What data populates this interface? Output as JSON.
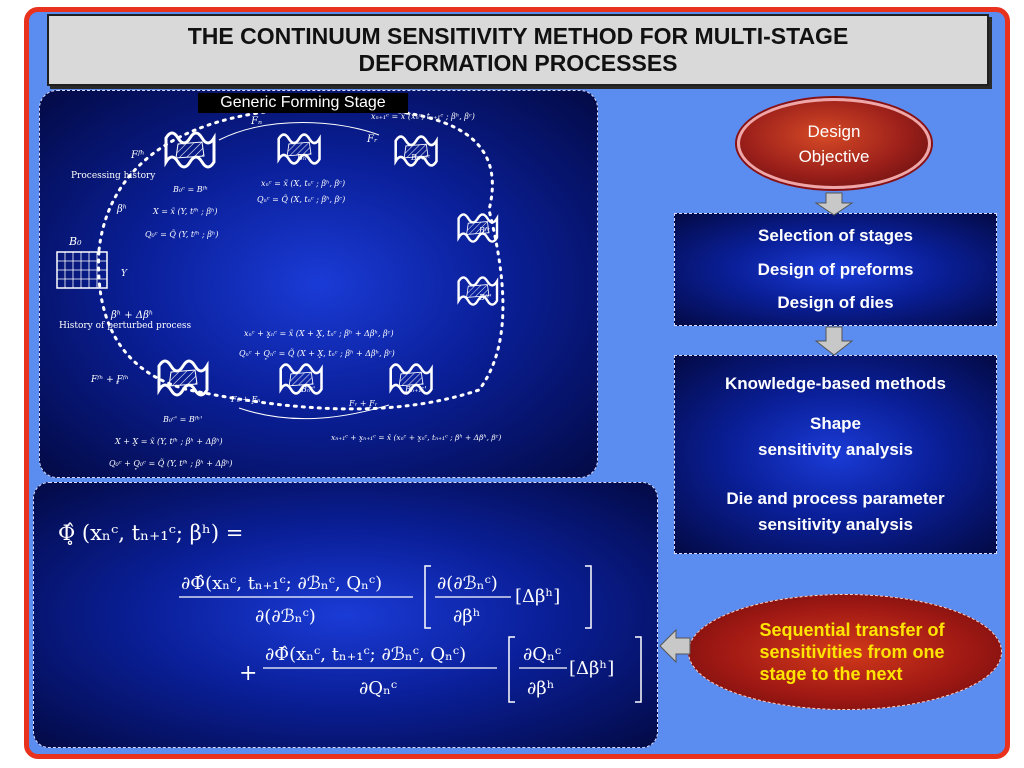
{
  "title": "THE CONTINUUM SENSITIVITY METHOD FOR MULTI-STAGE\nDEFORMATION PROCESSES",
  "forming_panel": {
    "stage_label": "Generic Forming Stage",
    "processing_history": "Processing history",
    "perturbed_history": "History of perturbed process",
    "labels": {
      "b0": "B₀",
      "beta_h": "βʰ",
      "beta_h_plus": "βʰ + Δβʰ",
      "fn": "Fₙ",
      "fr": "Fᵣ",
      "ff": "Fᶠʰ",
      "ff_pert": "Fᶠʰ + F̥ᶠʰ",
      "x_eq": "X = x̃ (Y, tᶠʰ ; βʰ)",
      "q0_eq": "Q₀ᶜ = Q̃ (Y, tᶠʰ ; βʰ)",
      "b0c_eq": "B₀ᶜ = Bᶠʰ",
      "xn_eq": "xₙᶜ = x̃ (X, tₙᶜ ; βʰ, βᶜ)",
      "qn_eq": "Qₙᶜ = Q̃ (X, tₙᶜ ; βʰ, βᶜ)",
      "xn1_eq": "xₙ₊₁ᶜ = x̂ (xₙᶜ, tₙ₊₁ᶜ ; βʰ, βᶜ)",
      "bn": "Bₙᶜ",
      "bn1": "Bₙ₊₁ᶜ",
      "bf": "Bᶠᶜ",
      "bf_pert": "Bᶠᶜ'",
      "xn_pert": "xₙᶜ + x̥ₙᶜ = x̃ (X + X̥, tₙᶜ ; βʰ + Δβʰ, βᶜ)",
      "qn_pert": "Qₙᶜ + Q̥ₙᶜ = Q̃ (X + X̥, tₙᶜ ; βʰ + Δβʰ, βᶜ)",
      "b0c_pert": "B₀ᶜ' = Bᶠʰ'",
      "x_pert": "X + X̥ = x̃ (Y, tᶠʰ ; βʰ + Δβʰ)",
      "q0_pert": "Q₀ᶜ + Q̥₀ᶜ = Q̃ (Y, tᶠʰ ; βʰ + Δβʰ)",
      "bn_pert": "Bₙᶜ'",
      "bn1_pert": "Bₙ₊₁ᶜ'",
      "fn_pert": "Fₙ + F̥ₙ",
      "fr_pert": "Fᵣ + F̥ᵣ",
      "xn1_pert": "xₙ₊₁ᶜ + x̥ₙ₊₁ᶜ = x̂ (xₙᶜ + x̥ₙᶜ, tₙ₊₁ᶜ ; βʰ + Δβʰ, βᶜ)",
      "y": "Y"
    }
  },
  "design_objective": "Design\nObjective",
  "stages_box": [
    "Selection of stages",
    "Design of preforms",
    "Design of dies"
  ],
  "methods_box": {
    "line1": "Knowledge-based methods",
    "line2": "Shape\nsensitivity analysis",
    "line3": "Die and process parameter\nsensitivity analysis"
  },
  "sequential": "Sequential transfer of\nsensitivities from one\nstage to the next",
  "formula": {
    "lhs": "Φ̥̂ (xₙᶜ, tₙ₊₁ᶜ; βʰ) =",
    "t1_num": "∂Φ̂(xₙᶜ, tₙ₊₁ᶜ; ∂ℬₙᶜ, Qₙᶜ)",
    "t1_den": "∂(∂ℬₙᶜ)",
    "t1_bnum": "∂(∂ℬₙᶜ)",
    "t1_bden": "∂βʰ",
    "t1_tail": "[Δβʰ]",
    "plus": "+",
    "t2_num": "∂Φ̂(xₙᶜ, tₙ₊₁ᶜ; ∂ℬₙᶜ, Qₙᶜ)",
    "t2_den": "∂Qₙᶜ",
    "t2_bnum": "∂Qₙᶜ",
    "t2_bden": "∂βʰ",
    "t2_tail": "[Δβʰ]"
  },
  "colors": {
    "frame": "#e8321e",
    "background": "#5b8df0",
    "panel": "#0a1f99",
    "sequential_text": "#ffe400"
  }
}
